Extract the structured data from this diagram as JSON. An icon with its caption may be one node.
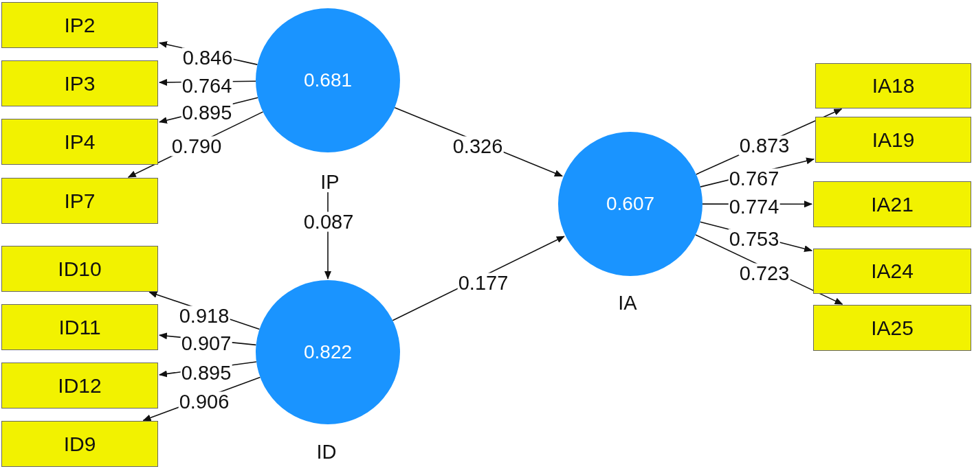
{
  "diagram": {
    "nodes": [
      {
        "text": [
          "0.681"
        ],
        "beside": [
          "IP"
        ]
      },
      {
        "text": [
          "0.822"
        ],
        "beside": [
          "ID"
        ]
      },
      {
        "text": [
          "0.607"
        ],
        "beside": [
          "IA"
        ]
      },
      {
        "text": [
          "IP2"
        ]
      },
      {
        "text": [
          "IP3"
        ]
      },
      {
        "text": [
          "IP4"
        ]
      },
      {
        "text": [
          "IP7"
        ]
      },
      {
        "text": [
          "ID10"
        ]
      },
      {
        "text": [
          "ID11"
        ]
      },
      {
        "text": [
          "ID12"
        ]
      },
      {
        "text": [
          "ID9"
        ]
      },
      {
        "text": [
          "IA18"
        ]
      },
      {
        "text": [
          "IA19"
        ]
      },
      {
        "text": [
          "IA21"
        ]
      },
      {
        "text": [
          "IA24"
        ]
      },
      {
        "text": [
          "IA25"
        ]
      }
    ],
    "edges": [
      {
        "from": 0,
        "to": 3,
        "arrow": "to",
        "label": "0.846"
      },
      {
        "from": 0,
        "to": 4,
        "arrow": "to",
        "label": "0.764"
      },
      {
        "from": 0,
        "to": 5,
        "arrow": "to",
        "label": "0.895"
      },
      {
        "from": 0,
        "to": 6,
        "arrow": "to",
        "label": "0.790"
      },
      {
        "from": 1,
        "to": 7,
        "arrow": "to",
        "label": "0.918"
      },
      {
        "from": 1,
        "to": 8,
        "arrow": "to",
        "label": "0.907"
      },
      {
        "from": 1,
        "to": 9,
        "arrow": "to",
        "label": "0.895"
      },
      {
        "from": 1,
        "to": 10,
        "arrow": "to",
        "label": "0.906"
      },
      {
        "from": 2,
        "to": 11,
        "arrow": "to",
        "label": "0.873"
      },
      {
        "from": 2,
        "to": 12,
        "arrow": "to",
        "label": "0.767"
      },
      {
        "from": 2,
        "to": 13,
        "arrow": "to",
        "label": "0.774"
      },
      {
        "from": 2,
        "to": 14,
        "arrow": "to",
        "label": "0.753"
      },
      {
        "from": 2,
        "to": 15,
        "arrow": "to",
        "label": "0.723"
      },
      {
        "from": 0,
        "to": 2,
        "arrow": "to",
        "label": "0.326"
      },
      {
        "from": 1,
        "to": 2,
        "arrow": "to",
        "label": "0.177"
      },
      {
        "from": 0,
        "to": 1,
        "arrow": "to",
        "label": "0.087"
      }
    ]
  }
}
